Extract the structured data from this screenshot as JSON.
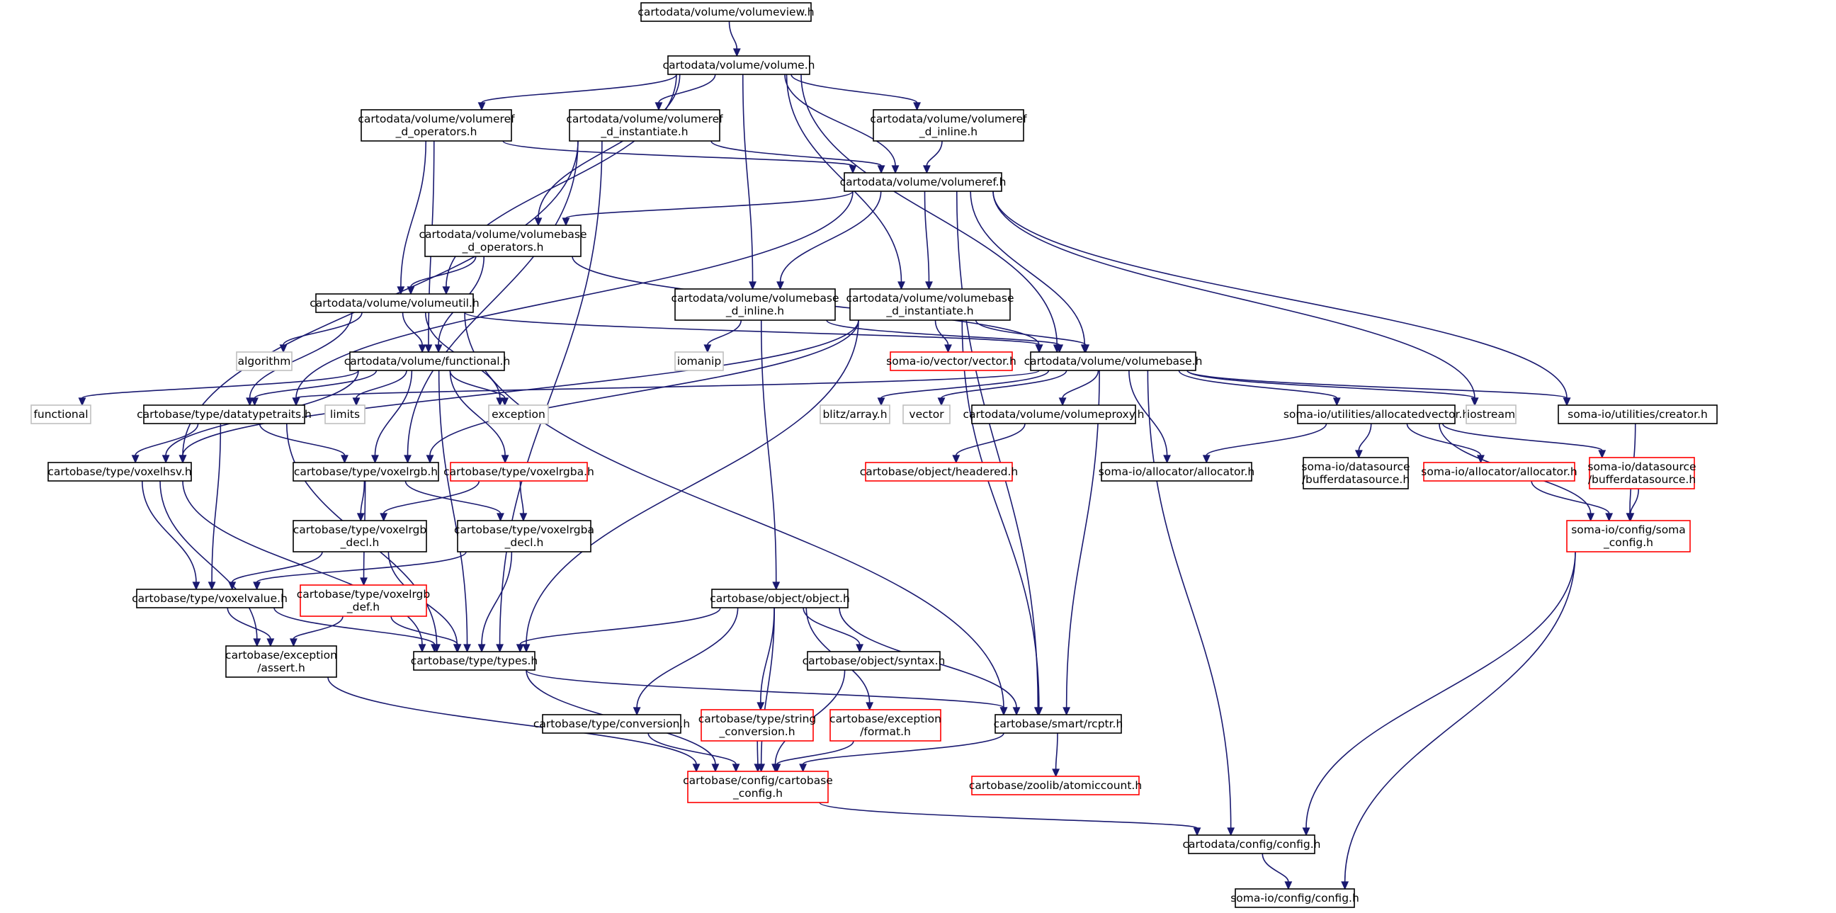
{
  "graph": {
    "style_colors": {
      "edge": "#191970",
      "node_border_black": "#000000",
      "node_border_red": "#ff0000",
      "node_border_grey": "#bfbfbf",
      "root_fill": "#bfbfbf"
    },
    "nodes": {
      "volumeview": {
        "lines": [
          "cartodata/volume/volumeview.h"
        ],
        "kind": "root"
      },
      "volume": {
        "lines": [
          "cartodata/volume/volume.h"
        ],
        "kind": "normal"
      },
      "vref_ops": {
        "lines": [
          "cartodata/volume/volumeref",
          "_d_operators.h"
        ],
        "kind": "normal"
      },
      "vref_inst": {
        "lines": [
          "cartodata/volume/volumeref",
          "_d_instantiate.h"
        ],
        "kind": "normal"
      },
      "vref_inline": {
        "lines": [
          "cartodata/volume/volumeref",
          "_d_inline.h"
        ],
        "kind": "normal"
      },
      "volumeref": {
        "lines": [
          "cartodata/volume/volumeref.h"
        ],
        "kind": "normal"
      },
      "vbase_ops": {
        "lines": [
          "cartodata/volume/volumebase",
          "_d_operators.h"
        ],
        "kind": "normal"
      },
      "vbase_inline": {
        "lines": [
          "cartodata/volume/volumebase",
          "_d_inline.h"
        ],
        "kind": "normal"
      },
      "vbase_inst": {
        "lines": [
          "cartodata/volume/volumebase",
          "_d_instantiate.h"
        ],
        "kind": "normal"
      },
      "volumeutil": {
        "lines": [
          "cartodata/volume/volumeutil.h"
        ],
        "kind": "normal"
      },
      "algorithm": {
        "lines": [
          "algorithm"
        ],
        "kind": "external"
      },
      "iomanip": {
        "lines": [
          "iomanip"
        ],
        "kind": "external"
      },
      "vector_h": {
        "lines": [
          "soma-io/vector/vector.h"
        ],
        "kind": "missing"
      },
      "volumebase": {
        "lines": [
          "cartodata/volume/volumebase.h"
        ],
        "kind": "normal"
      },
      "functional_h": {
        "lines": [
          "cartodata/volume/functional.h"
        ],
        "kind": "normal"
      },
      "functional": {
        "lines": [
          "functional"
        ],
        "kind": "external"
      },
      "limits": {
        "lines": [
          "limits"
        ],
        "kind": "external"
      },
      "exception": {
        "lines": [
          "exception"
        ],
        "kind": "external"
      },
      "datatypetraits": {
        "lines": [
          "cartobase/type/datatypetraits.h"
        ],
        "kind": "normal"
      },
      "blitz": {
        "lines": [
          "blitz/array.h"
        ],
        "kind": "external"
      },
      "vector": {
        "lines": [
          "vector"
        ],
        "kind": "external"
      },
      "volumeproxy": {
        "lines": [
          "cartodata/volume/volumeproxy.h"
        ],
        "kind": "normal"
      },
      "allocatedvector": {
        "lines": [
          "soma-io/utilities/allocatedvector.h"
        ],
        "kind": "normal"
      },
      "iostream": {
        "lines": [
          "iostream"
        ],
        "kind": "external"
      },
      "creator": {
        "lines": [
          "soma-io/utilities/creator.h"
        ],
        "kind": "normal"
      },
      "voxelhsv": {
        "lines": [
          "cartobase/type/voxelhsv.h"
        ],
        "kind": "normal"
      },
      "voxelrgb": {
        "lines": [
          "cartobase/type/voxelrgb.h"
        ],
        "kind": "normal"
      },
      "voxelrgba": {
        "lines": [
          "cartobase/type/voxelrgba.h"
        ],
        "kind": "missing"
      },
      "headered": {
        "lines": [
          "cartobase/object/headered.h"
        ],
        "kind": "missing"
      },
      "allocator_h": {
        "lines": [
          "soma-io/allocator/allocator.h"
        ],
        "kind": "normal"
      },
      "bufferds": {
        "lines": [
          "soma-io/datasource",
          "/bufferdatasource.h"
        ],
        "kind": "normal"
      },
      "allocator_red": {
        "lines": [
          "soma-io/allocator/allocator.h"
        ],
        "kind": "missing"
      },
      "bufferds_red": {
        "lines": [
          "soma-io/datasource",
          "/bufferdatasource.h"
        ],
        "kind": "missing"
      },
      "voxelrgb_decl": {
        "lines": [
          "cartobase/type/voxelrgb",
          "_decl.h"
        ],
        "kind": "normal"
      },
      "voxelrgba_decl": {
        "lines": [
          "cartobase/type/voxelrgba",
          "_decl.h"
        ],
        "kind": "normal"
      },
      "soma_config": {
        "lines": [
          "soma-io/config/soma",
          "_config.h"
        ],
        "kind": "missing"
      },
      "voxelvalue": {
        "lines": [
          "cartobase/type/voxelvalue.h"
        ],
        "kind": "normal"
      },
      "voxelrgb_def": {
        "lines": [
          "cartobase/type/voxelrgb",
          "_def.h"
        ],
        "kind": "missing"
      },
      "object_h": {
        "lines": [
          "cartobase/object/object.h"
        ],
        "kind": "normal"
      },
      "assert_h": {
        "lines": [
          "cartobase/exception",
          "/assert.h"
        ],
        "kind": "normal"
      },
      "types_h": {
        "lines": [
          "cartobase/type/types.h"
        ],
        "kind": "normal"
      },
      "syntax_h": {
        "lines": [
          "cartobase/object/syntax.h"
        ],
        "kind": "normal"
      },
      "conversion": {
        "lines": [
          "cartobase/type/conversion.h"
        ],
        "kind": "normal"
      },
      "string_conv": {
        "lines": [
          "cartobase/type/string",
          "_conversion.h"
        ],
        "kind": "missing"
      },
      "format_h": {
        "lines": [
          "cartobase/exception",
          "/format.h"
        ],
        "kind": "missing"
      },
      "rcptr": {
        "lines": [
          "cartobase/smart/rcptr.h"
        ],
        "kind": "normal"
      },
      "cartobase_config": {
        "lines": [
          "cartobase/config/cartobase",
          "_config.h"
        ],
        "kind": "missing"
      },
      "atomiccount": {
        "lines": [
          "cartobase/zoolib/atomiccount.h"
        ],
        "kind": "missing"
      },
      "cd_config": {
        "lines": [
          "cartodata/config/config.h"
        ],
        "kind": "normal"
      },
      "somaio_config": {
        "lines": [
          "soma-io/config/config.h"
        ],
        "kind": "normal"
      }
    },
    "edges": [
      [
        "volumeview",
        "volume"
      ],
      [
        "volume",
        "vref_ops"
      ],
      [
        "volume",
        "vref_inst"
      ],
      [
        "volume",
        "vref_inline"
      ],
      [
        "volume",
        "volumeref"
      ],
      [
        "volume",
        "vbase_ops"
      ],
      [
        "volume",
        "vbase_inline"
      ],
      [
        "volume",
        "vbase_inst"
      ],
      [
        "volume",
        "volumeutil"
      ],
      [
        "volume",
        "volumebase"
      ],
      [
        "vref_ops",
        "volumeref"
      ],
      [
        "vref_ops",
        "volumeutil"
      ],
      [
        "vref_ops",
        "functional_h"
      ],
      [
        "vref_inst",
        "volumeref"
      ],
      [
        "vref_inst",
        "voxelhsv"
      ],
      [
        "vref_inst",
        "voxelrgb"
      ],
      [
        "vref_inst",
        "types_h"
      ],
      [
        "vref_inline",
        "volumeref"
      ],
      [
        "volumeref",
        "vbase_ops"
      ],
      [
        "volumeref",
        "vbase_inline"
      ],
      [
        "volumeref",
        "vbase_inst"
      ],
      [
        "volumeref",
        "volumebase"
      ],
      [
        "volumeref",
        "datatypetraits"
      ],
      [
        "volumeref",
        "iostream"
      ],
      [
        "volumeref",
        "creator"
      ],
      [
        "volumeref",
        "rcptr"
      ],
      [
        "vbase_ops",
        "volumeutil"
      ],
      [
        "vbase_ops",
        "functional_h"
      ],
      [
        "vbase_ops",
        "volumebase"
      ],
      [
        "vbase_inline",
        "iomanip"
      ],
      [
        "vbase_inline",
        "volumebase"
      ],
      [
        "vbase_inline",
        "object_h"
      ],
      [
        "vbase_inst",
        "volumebase"
      ],
      [
        "vbase_inst",
        "vector_h"
      ],
      [
        "vbase_inst",
        "voxelhsv"
      ],
      [
        "vbase_inst",
        "voxelrgb"
      ],
      [
        "vbase_inst",
        "types_h"
      ],
      [
        "vbase_inst",
        "rcptr"
      ],
      [
        "volumeutil",
        "algorithm"
      ],
      [
        "volumeutil",
        "functional_h"
      ],
      [
        "volumeutil",
        "datatypetraits"
      ],
      [
        "volumeutil",
        "exception"
      ],
      [
        "volumeutil",
        "volumebase"
      ],
      [
        "volumeutil",
        "rcptr"
      ],
      [
        "functional_h",
        "functional"
      ],
      [
        "functional_h",
        "limits"
      ],
      [
        "functional_h",
        "exception"
      ],
      [
        "functional_h",
        "datatypetraits"
      ],
      [
        "functional_h",
        "voxelhsv"
      ],
      [
        "functional_h",
        "voxelrgb"
      ],
      [
        "functional_h",
        "voxelrgba"
      ],
      [
        "functional_h",
        "types_h"
      ],
      [
        "volumebase",
        "datatypetraits"
      ],
      [
        "volumebase",
        "blitz"
      ],
      [
        "volumebase",
        "vector"
      ],
      [
        "volumebase",
        "volumeproxy"
      ],
      [
        "volumebase",
        "allocatedvector"
      ],
      [
        "volumebase",
        "iostream"
      ],
      [
        "volumebase",
        "creator"
      ],
      [
        "volumebase",
        "allocator_h"
      ],
      [
        "volumebase",
        "rcptr"
      ],
      [
        "volumebase",
        "cd_config"
      ],
      [
        "datatypetraits",
        "voxelhsv"
      ],
      [
        "datatypetraits",
        "voxelrgb"
      ],
      [
        "datatypetraits",
        "voxelvalue"
      ],
      [
        "datatypetraits",
        "types_h"
      ],
      [
        "volumeproxy",
        "headered"
      ],
      [
        "allocatedvector",
        "allocator_h"
      ],
      [
        "allocatedvector",
        "bufferds"
      ],
      [
        "allocatedvector",
        "allocator_red"
      ],
      [
        "allocatedvector",
        "bufferds_red"
      ],
      [
        "allocatedvector",
        "soma_config"
      ],
      [
        "creator",
        "soma_config"
      ],
      [
        "allocator_red",
        "soma_config"
      ],
      [
        "bufferds_red",
        "soma_config"
      ],
      [
        "soma_config",
        "cd_config"
      ],
      [
        "soma_config",
        "somaio_config"
      ],
      [
        "voxelhsv",
        "voxelvalue"
      ],
      [
        "voxelhsv",
        "assert_h"
      ],
      [
        "voxelhsv",
        "types_h"
      ],
      [
        "voxelrgb",
        "voxelrgb_decl"
      ],
      [
        "voxelrgb",
        "voxelrgba_decl"
      ],
      [
        "voxelrgb",
        "voxelrgb_def"
      ],
      [
        "voxelrgba",
        "voxelrgb_decl"
      ],
      [
        "voxelrgba",
        "voxelrgba_decl"
      ],
      [
        "voxelrgb_decl",
        "voxelvalue"
      ],
      [
        "voxelrgb_decl",
        "types_h"
      ],
      [
        "voxelrgba_decl",
        "voxelvalue"
      ],
      [
        "voxelrgba_decl",
        "types_h"
      ],
      [
        "voxelvalue",
        "assert_h"
      ],
      [
        "voxelvalue",
        "types_h"
      ],
      [
        "voxelrgb_def",
        "assert_h"
      ],
      [
        "voxelrgb_def",
        "types_h"
      ],
      [
        "object_h",
        "types_h"
      ],
      [
        "object_h",
        "syntax_h"
      ],
      [
        "object_h",
        "conversion"
      ],
      [
        "object_h",
        "string_conv"
      ],
      [
        "object_h",
        "format_h"
      ],
      [
        "object_h",
        "rcptr"
      ],
      [
        "object_h",
        "cartobase_config"
      ],
      [
        "assert_h",
        "cartobase_config"
      ],
      [
        "types_h",
        "rcptr"
      ],
      [
        "types_h",
        "cartobase_config"
      ],
      [
        "syntax_h",
        "cartobase_config"
      ],
      [
        "conversion",
        "cartobase_config"
      ],
      [
        "string_conv",
        "cartobase_config"
      ],
      [
        "format_h",
        "cartobase_config"
      ],
      [
        "rcptr",
        "cartobase_config"
      ],
      [
        "rcptr",
        "atomiccount"
      ],
      [
        "cartobase_config",
        "cd_config"
      ],
      [
        "cd_config",
        "somaio_config"
      ]
    ]
  }
}
